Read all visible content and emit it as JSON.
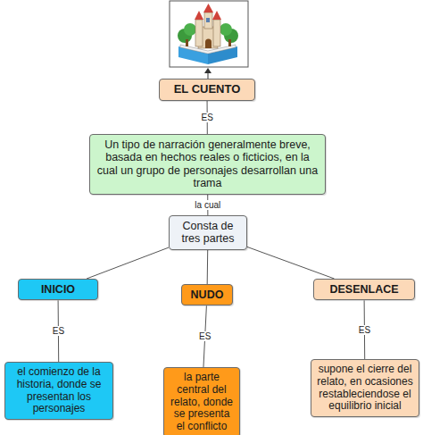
{
  "diagram": {
    "nodes": [
      {
        "text": [
          "EL CUENTO"
        ]
      },
      {
        "text": [
          "Un tipo de narración generalmente breve, basada en hechos reales o ficticios, en la cual un grupo de personajes desarrollan una trama"
        ]
      },
      {
        "text": [
          "Consta de tres partes"
        ]
      },
      {
        "text": [
          "INICIO"
        ]
      },
      {
        "text": [
          "NUDO"
        ]
      },
      {
        "text": [
          "DESENLACE"
        ]
      },
      {
        "text": [
          "el comienzo de la historia, donde se presentan los personajes"
        ]
      },
      {
        "text": [
          "la parte central del relato, donde se presenta el conflicto"
        ]
      },
      {
        "text": [
          "supone el cierre del relato, en ocasiones restableciendose el equilibrio inicial"
        ]
      }
    ],
    "edges": [
      {
        "from": 0,
        "to": 1,
        "label": "ES",
        "arrow": "none"
      },
      {
        "from": 1,
        "to": 2,
        "label": "la cual",
        "arrow": "none"
      },
      {
        "from": 2,
        "to": 3,
        "arrow": "none"
      },
      {
        "from": 2,
        "to": 4,
        "arrow": "none"
      },
      {
        "from": 2,
        "to": 5,
        "arrow": "none"
      },
      {
        "from": 3,
        "to": 6,
        "label": "ES",
        "arrow": "none"
      },
      {
        "from": 4,
        "to": 7,
        "label": "ES",
        "arrow": "none"
      },
      {
        "from": 5,
        "to": 8,
        "label": "ES",
        "arrow": "none"
      }
    ]
  }
}
